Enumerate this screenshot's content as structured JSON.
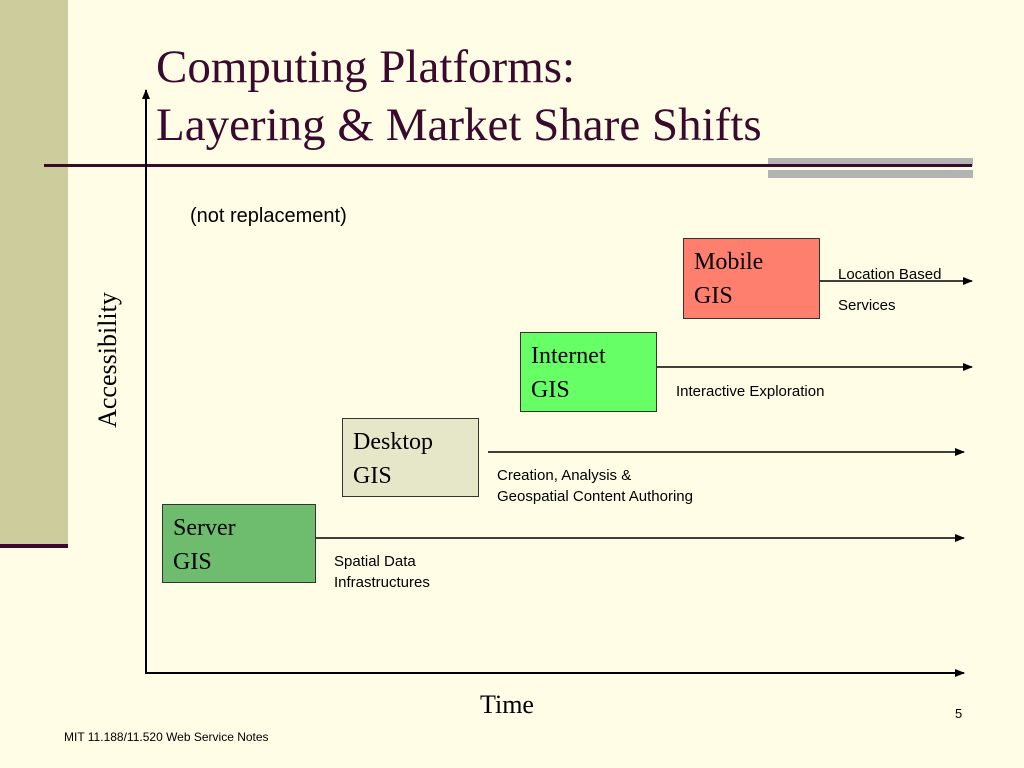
{
  "slide": {
    "title_line1": "Computing Platforms:",
    "title_line2": "Layering & Market Share Shifts",
    "subtitle": "(not replacement)",
    "footer": "MIT 11.188/11.520 Web Service Notes",
    "page_number": "5"
  },
  "axes": {
    "y_label": "Accessibility",
    "x_label": "Time"
  },
  "platforms": {
    "server": {
      "line1": "Server",
      "line2": "GIS",
      "color": "#6ebd6e",
      "note_line1": "Spatial Data",
      "note_line2": "Infrastructures"
    },
    "desktop": {
      "line1": "Desktop",
      "line2": "GIS",
      "color": "#e6e6c8",
      "note_line1": "Creation, Analysis &",
      "note_line2": "Geospatial Content Authoring"
    },
    "internet": {
      "line1": "Internet",
      "line2": "GIS",
      "color": "#66ff66",
      "note_line1": "Interactive Exploration"
    },
    "mobile": {
      "line1": "Mobile",
      "line2": "GIS",
      "color": "#ff7f6e",
      "note_line1": "Location Based",
      "note_line2": "Services"
    }
  },
  "colors": {
    "background": "#fffde6",
    "sidebar": "#cccc9c",
    "title": "#3a0a2e"
  }
}
